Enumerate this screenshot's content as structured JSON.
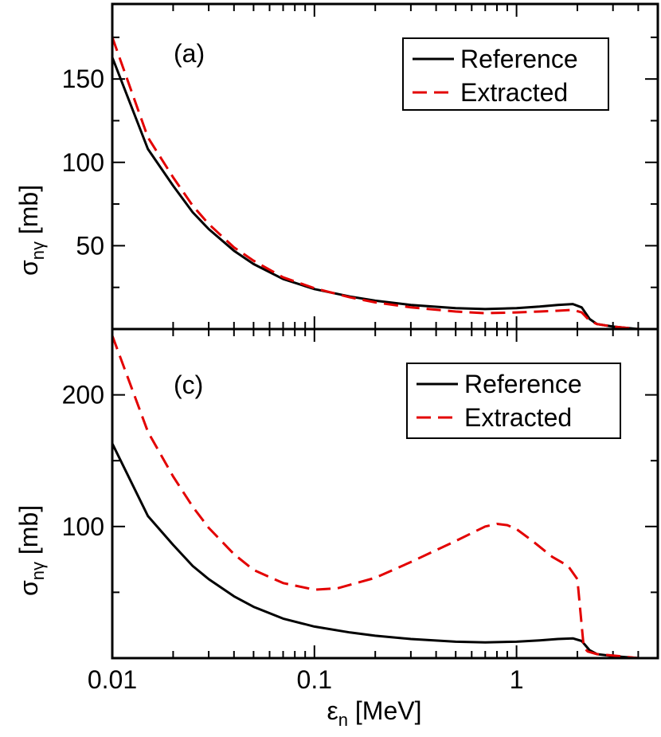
{
  "chart_data": [
    {
      "type": "line",
      "panel_label": "(a)",
      "ylabel_main": "σ",
      "ylabel_sub": "nγ",
      "ylabel_unit": " [mb]",
      "x_scale": "log",
      "xlim": [
        0.01,
        5
      ],
      "ylim": [
        0,
        195
      ],
      "yticks": [
        50,
        100,
        150
      ],
      "legend_position": "top-right",
      "series": [
        {
          "name": "Reference",
          "color": "#000000",
          "dash": "solid",
          "x": [
            0.01,
            0.015,
            0.02,
            0.025,
            0.03,
            0.04,
            0.05,
            0.07,
            0.1,
            0.15,
            0.2,
            0.3,
            0.5,
            0.7,
            1.0,
            1.3,
            1.6,
            1.9,
            2.1,
            2.3,
            2.5,
            3.0,
            4.0
          ],
          "y": [
            163,
            108,
            86,
            70,
            60,
            47,
            39,
            30,
            24,
            19.5,
            17,
            14.5,
            12.5,
            12,
            12.5,
            13.5,
            14.5,
            15,
            13,
            6,
            3,
            1.5,
            0
          ]
        },
        {
          "name": "Extracted",
          "color": "#e30000",
          "dash": "dashed",
          "x": [
            0.01,
            0.015,
            0.02,
            0.025,
            0.03,
            0.04,
            0.05,
            0.07,
            0.1,
            0.15,
            0.2,
            0.3,
            0.5,
            0.7,
            1.0,
            1.3,
            1.6,
            1.9,
            2.1,
            2.3,
            2.5,
            3.0,
            4.0
          ],
          "y": [
            175,
            115,
            91,
            74,
            63,
            49,
            41,
            31,
            24.5,
            19,
            16,
            13,
            10.5,
            9.5,
            10,
            10.5,
            11,
            11.5,
            10,
            5,
            3,
            1.5,
            0
          ]
        }
      ]
    },
    {
      "type": "line",
      "panel_label": "(c)",
      "ylabel_main": "σ",
      "ylabel_sub": "nγ",
      "ylabel_unit": " [mb]",
      "x_scale": "log",
      "xlim": [
        0.01,
        5
      ],
      "ylim": [
        0,
        250
      ],
      "yticks": [
        100,
        200
      ],
      "xticks": [
        0.01,
        0.1,
        1
      ],
      "xtick_labels": [
        "0.01",
        "0.1",
        "1"
      ],
      "xlabel_main": "ε",
      "xlabel_sub": "n",
      "xlabel_unit": " [MeV]",
      "legend_position": "top-right",
      "series": [
        {
          "name": "Reference",
          "color": "#000000",
          "dash": "solid",
          "x": [
            0.01,
            0.015,
            0.02,
            0.025,
            0.03,
            0.04,
            0.05,
            0.07,
            0.1,
            0.15,
            0.2,
            0.3,
            0.5,
            0.7,
            1.0,
            1.3,
            1.6,
            1.9,
            2.1,
            2.3,
            2.5,
            3.0,
            4.0
          ],
          "y": [
            163,
            108,
            86,
            70,
            60,
            47,
            39,
            30,
            24,
            19.5,
            17,
            14.5,
            12.5,
            12,
            12.5,
            13.5,
            14.5,
            15,
            13,
            6,
            3,
            1.5,
            0
          ]
        },
        {
          "name": "Extracted",
          "color": "#e30000",
          "dash": "dashed",
          "x": [
            0.01,
            0.015,
            0.02,
            0.025,
            0.03,
            0.04,
            0.05,
            0.07,
            0.1,
            0.13,
            0.2,
            0.3,
            0.4,
            0.5,
            0.6,
            0.7,
            0.8,
            0.9,
            1.0,
            1.2,
            1.5,
            1.8,
            2.0,
            2.1,
            2.15,
            2.25,
            2.5,
            3.0,
            4.0
          ],
          "y": [
            245,
            172,
            138,
            115,
            99,
            79,
            67,
            57,
            52,
            53,
            61,
            73,
            82,
            89,
            95,
            100,
            102,
            101,
            98,
            89,
            77,
            70,
            60,
            25,
            8,
            5,
            3,
            2,
            0
          ]
        }
      ]
    }
  ]
}
